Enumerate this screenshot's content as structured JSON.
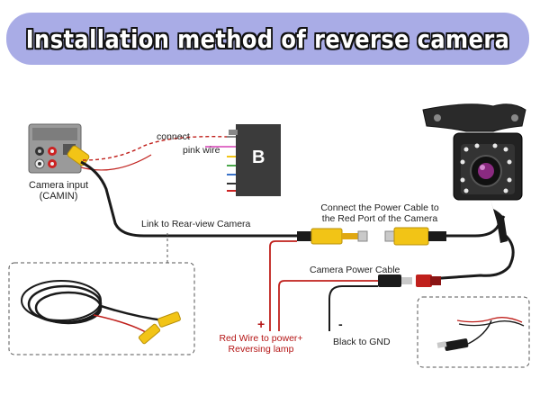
{
  "title": "Installation method of reverse camera",
  "labels": {
    "connect": "connect",
    "pink_wire": "pink wire",
    "module_letter": "B",
    "camera_input_line1": "Camera input",
    "camera_input_line2": "(CAMIN)",
    "link_rear": "Link to Rear-view Camera",
    "power_cable_line1": "Connect the Power Cable to",
    "power_cable_line2": "the Red Port of the Camera",
    "camera_power_cable": "Camera Power Cable",
    "plus_sign": "+",
    "minus_sign": "-",
    "red_wire_line1": "Red Wire to power+",
    "red_wire_line2": "Reversing lamp",
    "black_gnd": "Black to GND"
  },
  "colors": {
    "banner_bg": "#a9ace6",
    "red_wire": "#c0201c",
    "rca_yellow": "#f2c416",
    "cable_black": "#1a1a1a"
  },
  "icons": {
    "head_unit": "head-unit-back-panel-icon",
    "camera": "reverse-camera-icon",
    "cable_coil": "rca-cable-coil-icon",
    "power_wire": "power-wire-icon"
  }
}
